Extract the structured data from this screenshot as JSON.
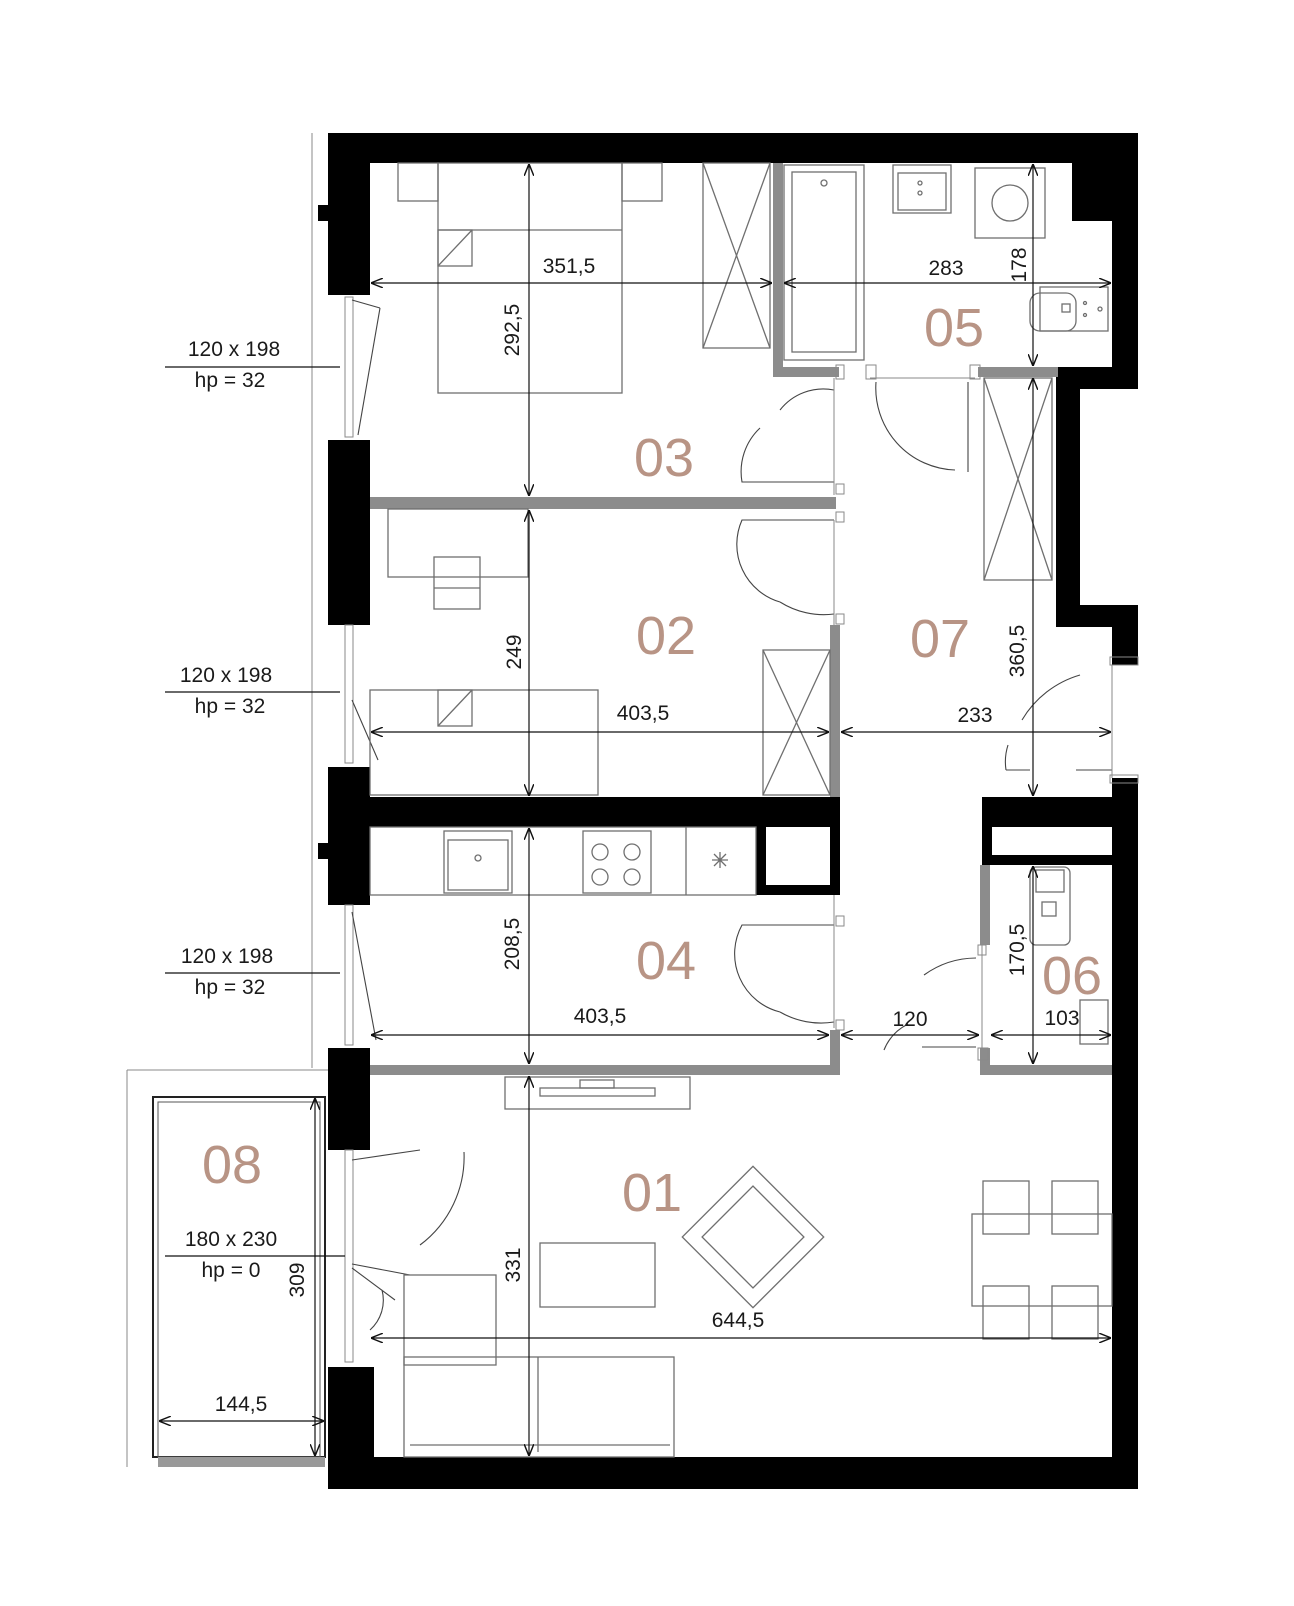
{
  "rooms": [
    {
      "id": "01",
      "label": "01"
    },
    {
      "id": "02",
      "label": "02"
    },
    {
      "id": "03",
      "label": "03"
    },
    {
      "id": "04",
      "label": "04"
    },
    {
      "id": "05",
      "label": "05"
    },
    {
      "id": "06",
      "label": "06"
    },
    {
      "id": "07",
      "label": "07"
    },
    {
      "id": "08",
      "label": "08"
    }
  ],
  "dimensions": {
    "room03_width": "351,5",
    "room03_height": "292,5",
    "room05_width": "283",
    "room05_height": "178",
    "room02_height": "249",
    "room02_width": "403,5",
    "room07_width": "233",
    "room07_height": "360,5",
    "room04_height": "208,5",
    "room04_width": "403,5",
    "hall_width": "120",
    "room06_height": "170,5",
    "room06_width": "103",
    "room01_height": "331",
    "room01_width": "644,5",
    "room08_height": "309",
    "room08_width": "144,5"
  },
  "windows": [
    {
      "size": "120 x 198",
      "sill": "hp = 32"
    },
    {
      "size": "120 x 198",
      "sill": "hp = 32"
    },
    {
      "size": "120 x 198",
      "sill": "hp = 32"
    },
    {
      "size": "180 x 230",
      "sill": "hp = 0"
    }
  ]
}
